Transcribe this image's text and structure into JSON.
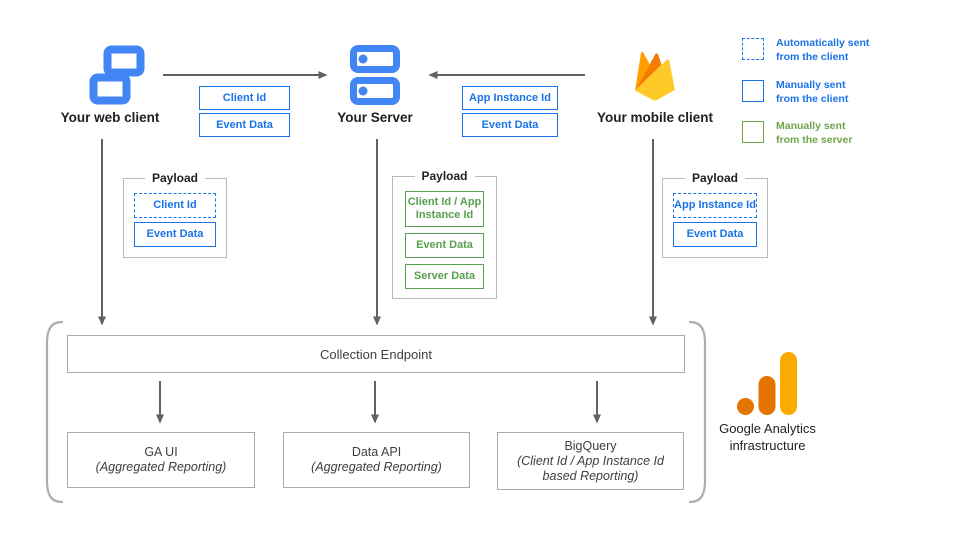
{
  "nodes": {
    "web_client": {
      "label": "Your web client"
    },
    "server": {
      "label": "Your Server"
    },
    "mobile_client": {
      "label": "Your mobile client"
    }
  },
  "flows": {
    "web_to_server": {
      "chips": [
        {
          "label": "Client Id"
        },
        {
          "label": "Event Data"
        }
      ]
    },
    "mobile_to_server": {
      "chips": [
        {
          "label": "App Instance Id"
        },
        {
          "label": "Event Data"
        }
      ]
    }
  },
  "legend": {
    "items": [
      {
        "line1": "Automatically sent",
        "line2": "from the client",
        "style": "dashed-blue"
      },
      {
        "line1": "Manually sent",
        "line2": "from the client",
        "style": "solid-blue"
      },
      {
        "line1": "Manually sent",
        "line2": "from the server",
        "style": "solid-green"
      }
    ]
  },
  "payloads": {
    "web": {
      "title": "Payload",
      "chips": [
        {
          "label": "Client Id",
          "style": "dashed-blue"
        },
        {
          "label": "Event Data",
          "style": "solid-blue"
        }
      ]
    },
    "server": {
      "title": "Payload",
      "chips": [
        {
          "label": "Client Id / App Instance Id",
          "style": "solid-green"
        },
        {
          "label": "Event Data",
          "style": "solid-green"
        },
        {
          "label": "Server Data",
          "style": "solid-green"
        }
      ]
    },
    "mobile": {
      "title": "Payload",
      "chips": [
        {
          "label": "App Instance Id",
          "style": "dashed-blue"
        },
        {
          "label": "Event Data",
          "style": "solid-blue"
        }
      ]
    }
  },
  "infrastructure": {
    "endpoint": "Collection Endpoint",
    "outputs": [
      {
        "title": "GA UI",
        "subtitle": "(Aggregated Reporting)"
      },
      {
        "title": "Data API",
        "subtitle": "(Aggregated Reporting)"
      },
      {
        "title": "BigQuery",
        "subtitle": "(Client Id / App Instance Id based Reporting)"
      }
    ],
    "caption": {
      "line1": "Google Analytics",
      "line2": "infrastructure"
    }
  },
  "colors": {
    "icon_blue": "#4285F4",
    "accent_blue": "#1A73E8",
    "accent_green": "#57A04D",
    "legend_green": "#6FA54A",
    "arrow_gray": "#5F6368",
    "border_gray": "#B9B9B9",
    "bracket_gray": "#ADADAD",
    "ga_amber": "#F9AB00",
    "ga_orange": "#E37400",
    "firebase_yellow": "#FFCA28",
    "firebase_amber": "#FFA000",
    "firebase_orange": "#F57C00"
  }
}
